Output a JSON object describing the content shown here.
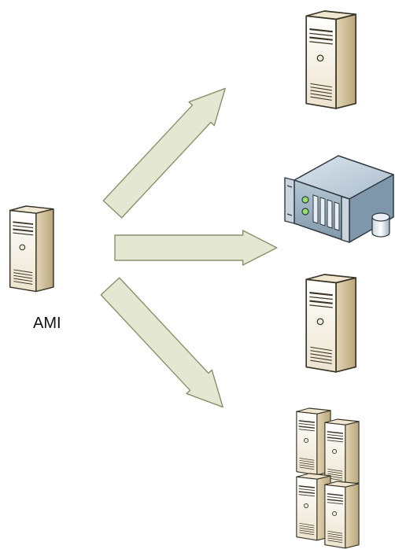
{
  "source": {
    "label": "AMI",
    "icon": "tower-server-icon"
  },
  "targets": [
    {
      "name": "tower-server",
      "icon": "tower-server-icon"
    },
    {
      "name": "rack-server",
      "icon": "rack-server-icon"
    },
    {
      "name": "tower-server",
      "icon": "tower-server-icon"
    },
    {
      "name": "server-cluster",
      "icon": "server-cluster-icon"
    }
  ],
  "colors": {
    "arrow_fill": "#e4e8d2",
    "arrow_stroke": "#8a8f6a",
    "tower_front": "#f6f1e0",
    "tower_side": "#c9bb97",
    "tower_top": "#e8dfc6",
    "rack_front": "#9fb4c4",
    "rack_top": "#c7d5df",
    "rack_side": "#6e8799",
    "led": "#9be06a"
  }
}
